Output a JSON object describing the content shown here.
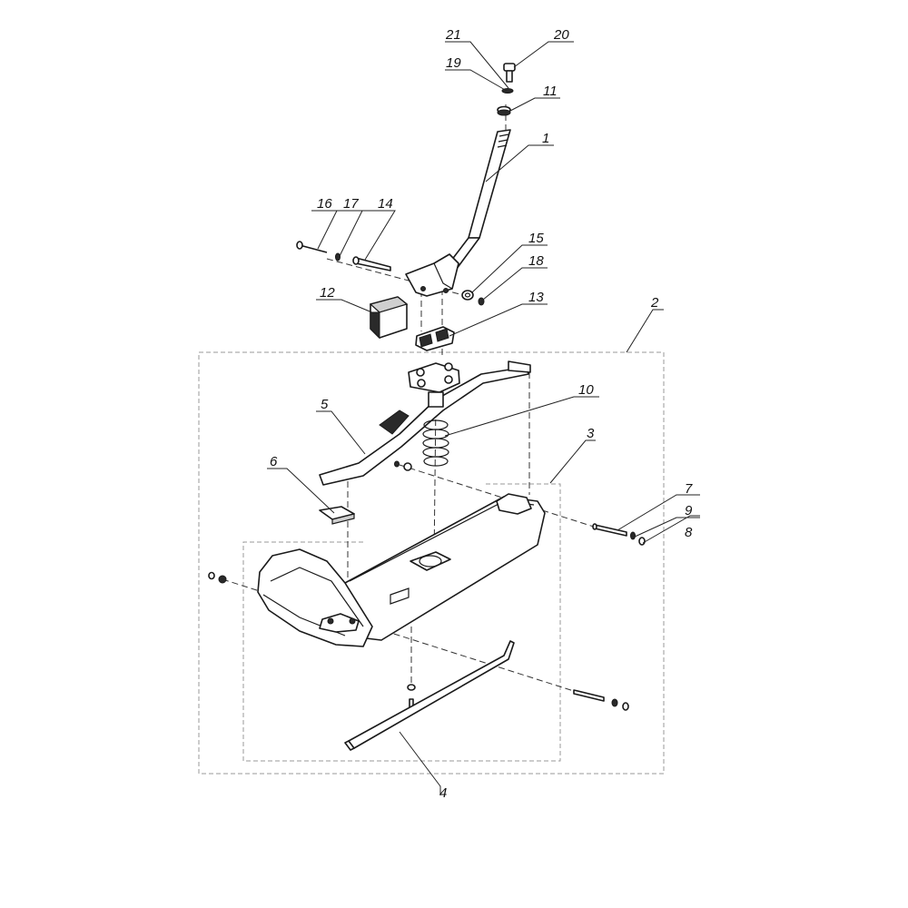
{
  "diagram": {
    "labels": {
      "p1": "1",
      "p2": "2",
      "p3": "3",
      "p4": "4",
      "p5": "5",
      "p6": "6",
      "p7": "7",
      "p8": "8",
      "p9": "9",
      "p10": "10",
      "p11": "11",
      "p12": "12",
      "p13": "13",
      "p14": "14",
      "p15": "15",
      "p16": "16",
      "p17": "17",
      "p18": "18",
      "p19": "19",
      "p20": "20",
      "p21": "21"
    }
  }
}
